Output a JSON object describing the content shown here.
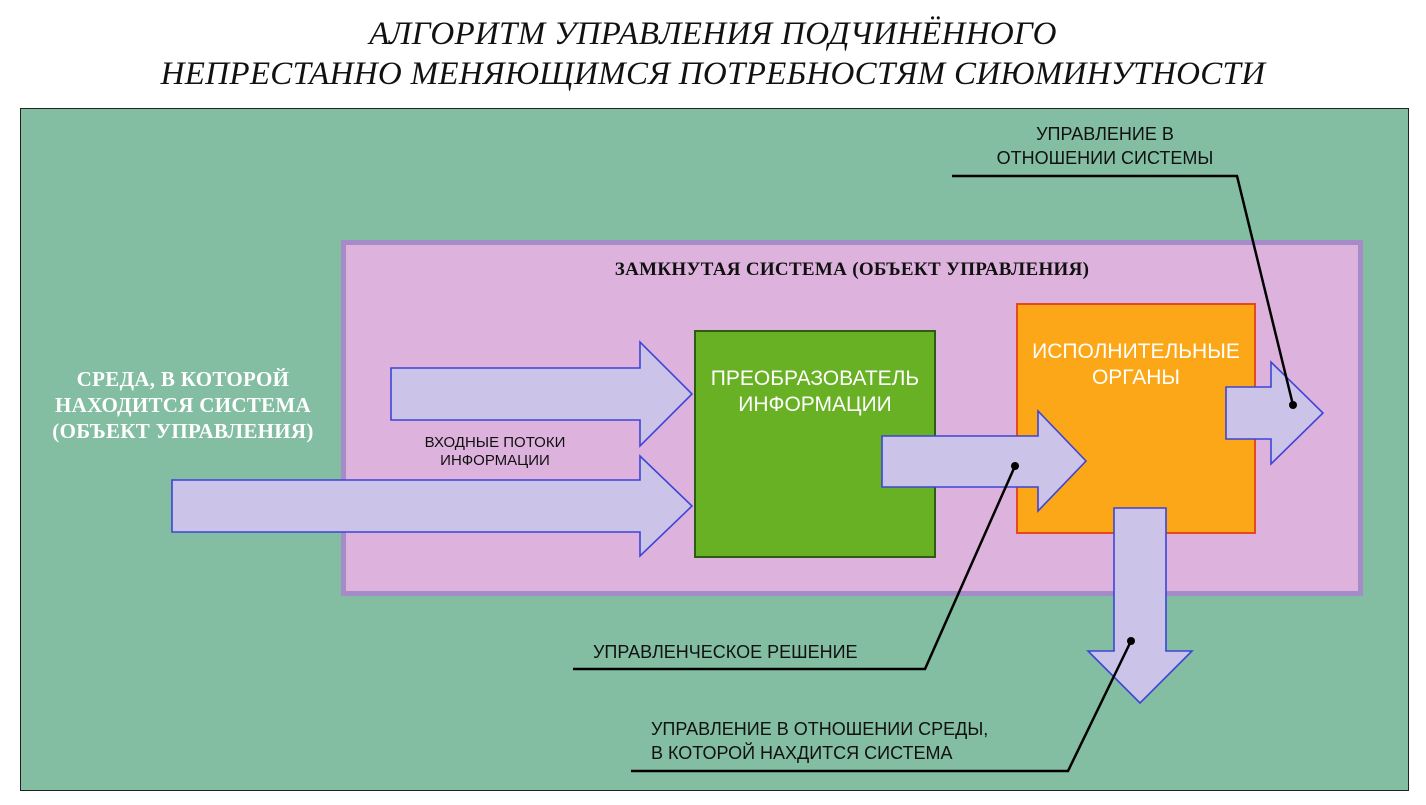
{
  "title": {
    "line1": "АЛГОРИТМ УПРАВЛЕНИЯ ПОДЧИНЁННОГО",
    "line2": "НЕПРЕСТАННО МЕНЯЮЩИМСЯ ПОТРЕБНОСТЯМ СИЮМИНУТНОСТИ"
  },
  "environment": {
    "line1": "СРЕДА, В КОТОРОЙ",
    "line2": "НАХОДИТСЯ СИСТЕМА",
    "line3": "(ОБЪЕКТ УПРАВЛЕНИЯ)"
  },
  "system": {
    "title": "ЗАМКНУТАЯ СИСТЕМА (ОБЪЕКТ УПРАВЛЕНИЯ)"
  },
  "converter": {
    "line1": "ПРЕОБРАЗОВАТЕЛЬ",
    "line2": "ИНФОРМАЦИИ"
  },
  "organs": {
    "line1": "ИСПОЛНИТЕЛЬНЫЕ",
    "line2": "ОРГАНЫ"
  },
  "input_flows": {
    "line1": "ВХОДНЫЕ ПОТОКИ",
    "line2": "ИНФОРМАЦИИ"
  },
  "callouts": {
    "system_control": {
      "line1": "УПРАВЛЕНИЕ В",
      "line2": "ОТНОШЕНИИ СИСТЕМЫ"
    },
    "decision": {
      "line1": "УПРАВЛЕНЧЕСКОЕ РЕШЕНИЕ"
    },
    "environment_control": {
      "line1": "УПРАВЛЕНИЕ В ОТНОШЕНИИ СРЕДЫ,",
      "line2": "В КОТОРОЙ НАХДИТСЯ СИСТЕМА"
    }
  },
  "colors": {
    "background": "#83bda2",
    "system_fill": "#ddb3dd",
    "system_border": "#a58bc8",
    "converter": "#69b124",
    "organs": "#fca717",
    "arrow_fill": "#cbc3e8",
    "arrow_stroke": "#3d45d6"
  }
}
